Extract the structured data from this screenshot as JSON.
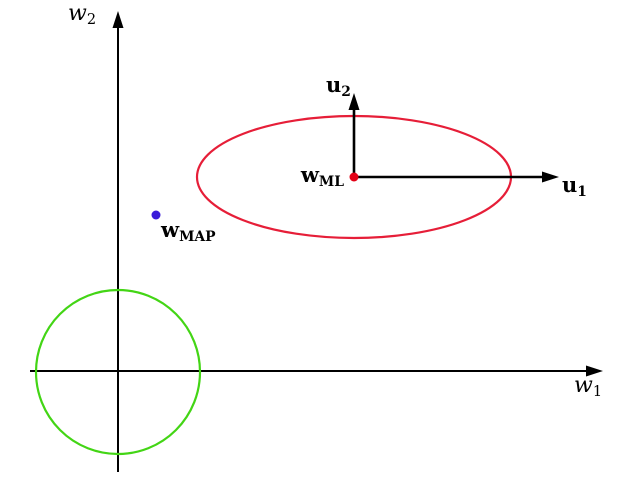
{
  "figure": {
    "colors": {
      "axis": "#000000",
      "prior_circle": "#43d515",
      "likelihood_ellipse": "#e61e38",
      "w_ml_point": "#e30016",
      "w_map_point": "#3a1cd9"
    },
    "labels": {
      "x_axis": {
        "main": "w",
        "sub": "1"
      },
      "y_axis": {
        "main": "w",
        "sub": "2"
      },
      "u1": {
        "main": "u",
        "sub": "1"
      },
      "u2": {
        "main": "u",
        "sub": "2"
      },
      "w_ml": {
        "main": "w",
        "sub": "ML"
      },
      "w_map": {
        "main": "w",
        "sub": "MAP"
      }
    }
  }
}
